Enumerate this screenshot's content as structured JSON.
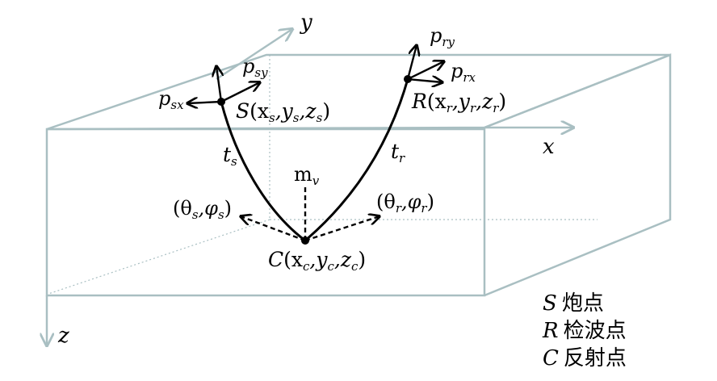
{
  "axes": {
    "x": "x",
    "y": "y",
    "z": "z"
  },
  "source": {
    "label_main": "S",
    "label_coords": "(x",
    "sub_s": "s",
    "comma_y": ",y",
    "comma_z": ",z",
    "close": ")",
    "px_main": "p",
    "px_sub": "sx",
    "py_main": "p",
    "py_sub": "sy",
    "t_main": "t",
    "t_sub": "s"
  },
  "receiver": {
    "label_main": "R",
    "label_coords": "(x",
    "sub_r": "r",
    "comma_y": ",y",
    "comma_z": ",z",
    "close": ")",
    "px_main": "p",
    "px_sub": "rx",
    "py_main": "p",
    "py_sub": "ry",
    "t_main": "t",
    "t_sub": "r"
  },
  "reflection": {
    "label_main": "C",
    "label_coords": "(x",
    "sub_c": "c",
    "comma_y": ",y",
    "comma_z": ",z",
    "close": ")",
    "m_main": "m",
    "m_sub": "v",
    "theta_s_open": "(θ",
    "theta_s_sub": "s",
    "phi_s": ",φ",
    "phi_s_sub": "s",
    "theta_s_close": ")",
    "theta_r_open": "(θ",
    "theta_r_sub": "r",
    "phi_r": ",φ",
    "phi_r_sub": "r",
    "theta_r_close": ")"
  },
  "legend": [
    {
      "symbol": "S",
      "text": "炮点"
    },
    {
      "symbol": "R",
      "text": "检波点"
    },
    {
      "symbol": "C",
      "text": "反射点"
    }
  ],
  "colors": {
    "box": "#a9bfc2",
    "ray": "#000000",
    "dotted": "#a9bfc2"
  }
}
